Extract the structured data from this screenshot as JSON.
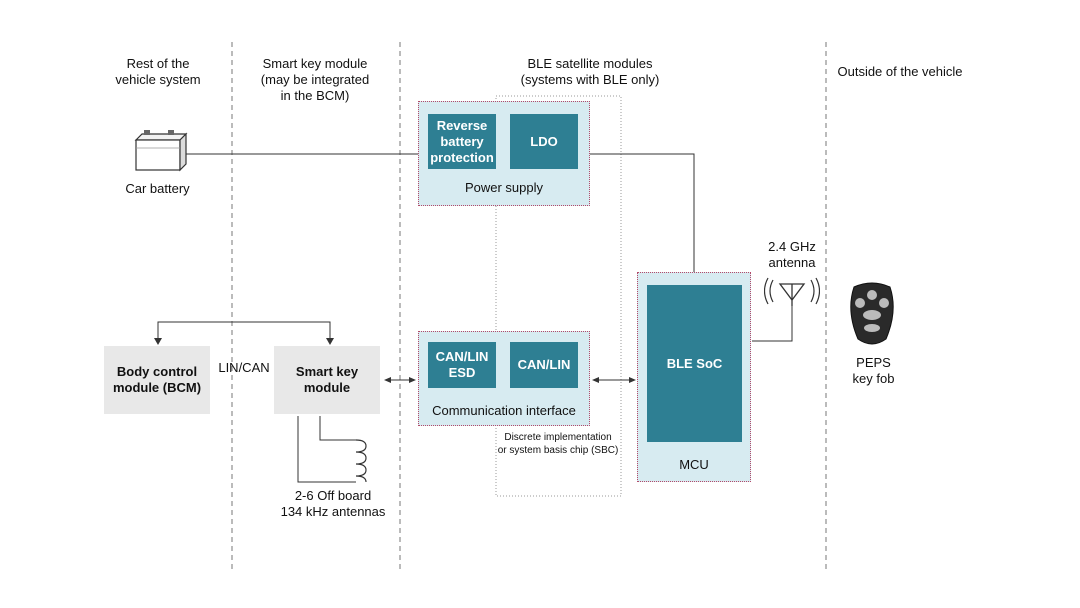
{
  "columns": {
    "rest_of_vehicle": [
      "Rest of the",
      "vehicle system"
    ],
    "smart_key_module": [
      "Smart key module",
      "(may be integrated",
      "in the BCM)"
    ],
    "ble_satellite": [
      "BLE satellite modules",
      "(systems with BLE only)"
    ],
    "outside_vehicle": "Outside of the vehicle"
  },
  "battery": {
    "label": "Car battery",
    "icon": "car-battery-icon"
  },
  "power_supply": {
    "title": "Power supply",
    "reverse_protection": [
      "Reverse",
      "battery",
      "protection"
    ],
    "ldo": "LDO"
  },
  "comm_interface": {
    "title": "Communication interface",
    "esd": [
      "CAN/LIN",
      "ESD"
    ],
    "transceiver": "CAN/LIN"
  },
  "sbc_note": [
    "Discrete implementation",
    "or system basis chip (SBC)"
  ],
  "mcu": {
    "title": "MCU",
    "soc": "BLE SoC"
  },
  "antenna": {
    "label": [
      "2.4 GHz",
      "antenna"
    ],
    "icon": "antenna-icon"
  },
  "key_fob": {
    "label": [
      "PEPS",
      "key fob"
    ],
    "icon": "key-fob-icon"
  },
  "bcm": {
    "label": [
      "Body control",
      "module (BCM)"
    ]
  },
  "bus_label": "LIN/CAN",
  "smart_key": {
    "label": [
      "Smart key",
      "module"
    ]
  },
  "lf_antennas": {
    "label": [
      "2-6 Off board",
      "134 kHz antennas"
    ],
    "icon": "coil-antenna-icon"
  },
  "colors": {
    "teal": "#2e7f93",
    "light_blue": "#d7ebf1",
    "grey": "#e8e8e8",
    "dotted_border": "#b34a6a"
  }
}
